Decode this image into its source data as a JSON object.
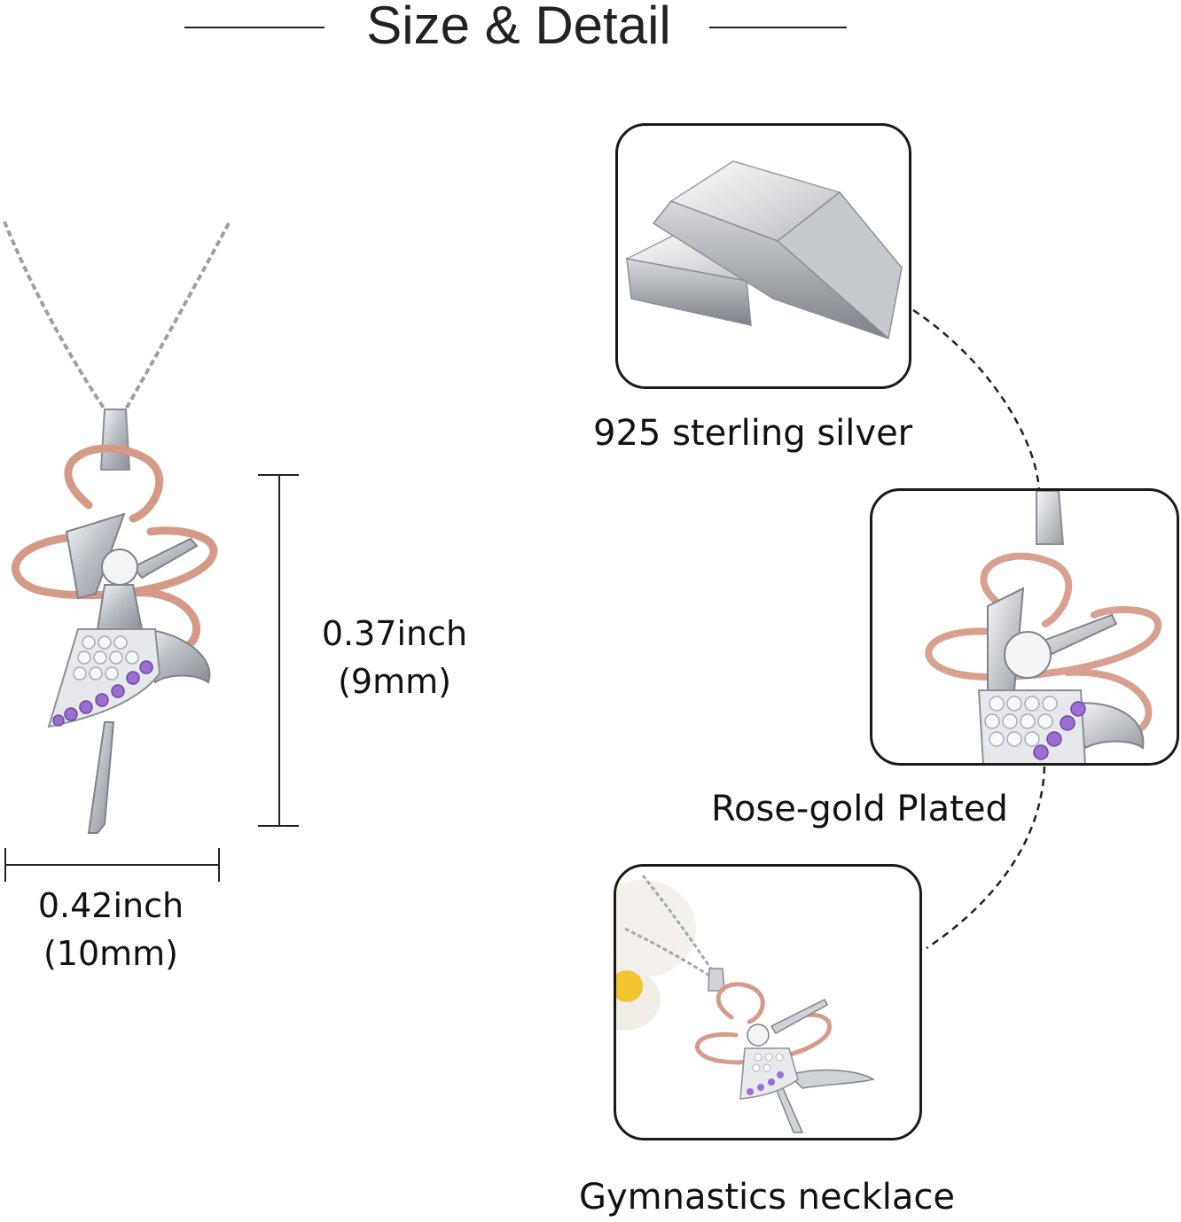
{
  "header": {
    "title": "Size & Detail"
  },
  "dimensions": {
    "height_inch": "0.37inch",
    "height_mm": "(9mm)",
    "width_inch": "0.42inch",
    "width_mm": "(10mm)"
  },
  "features": [
    {
      "label": "925 sterling silver",
      "icon": "silver-bars-image"
    },
    {
      "label": "Rose-gold Plated",
      "icon": "pendant-closeup-image"
    },
    {
      "label": "Gymnastics necklace",
      "icon": "necklace-photo-image"
    }
  ],
  "colors": {
    "silver": "#c9ccd1",
    "rose_gold": "#d99a86",
    "amethyst": "#9b6fd1",
    "crystal": "#f2f4f7",
    "text": "#111111"
  }
}
